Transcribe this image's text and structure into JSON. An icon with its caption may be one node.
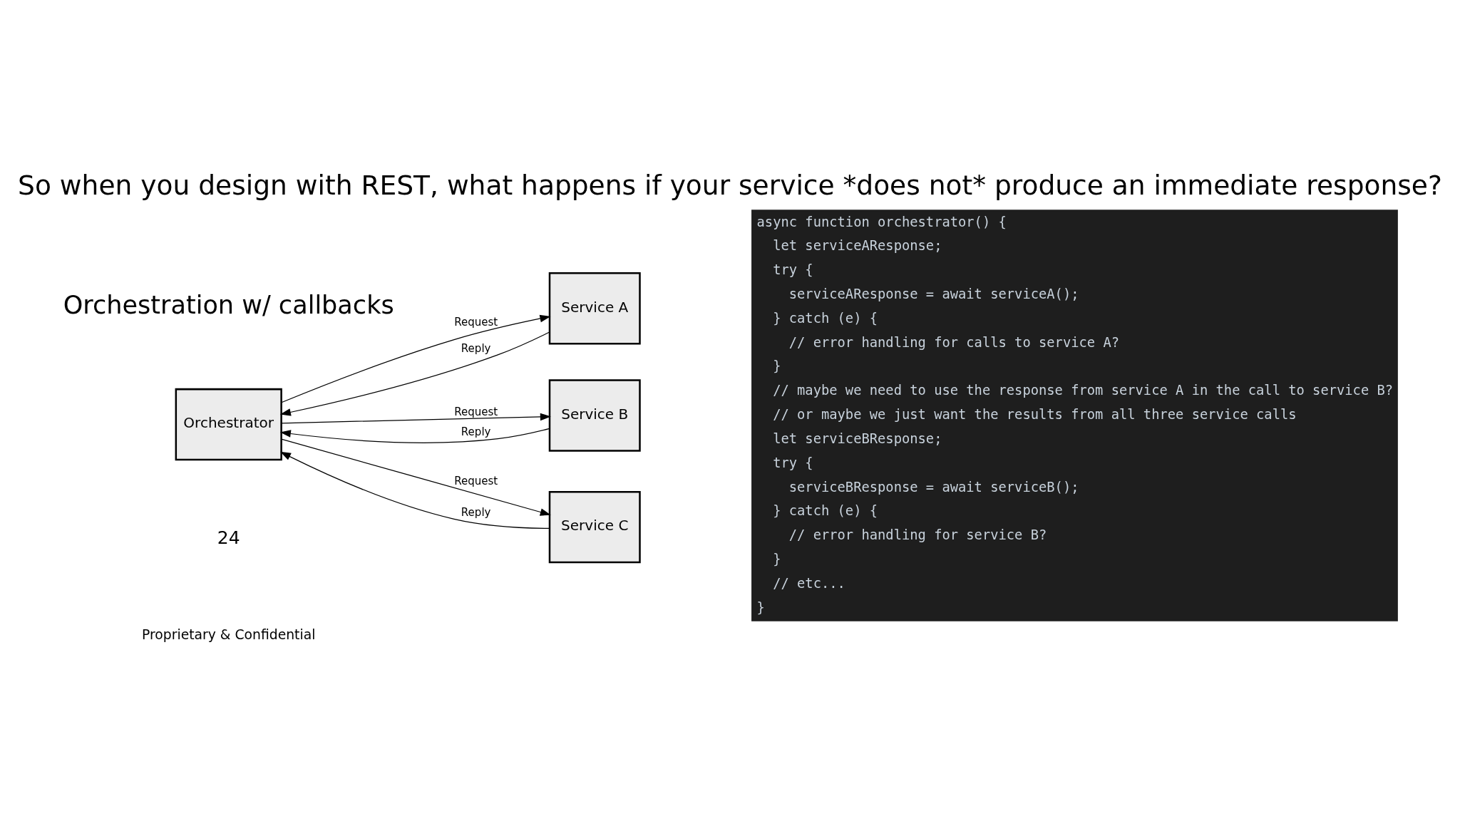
{
  "diagram": {
    "title": "So when you design with REST, what happens if your service *does not* produce an immediate response?",
    "nodes": [
      {
        "text": [
          "Orchestrator"
        ]
      },
      {
        "text": [
          "Service A"
        ]
      },
      {
        "text": [
          "Service B"
        ]
      },
      {
        "text": [
          "Service C"
        ]
      }
    ],
    "edges": [
      {
        "from": 0,
        "to": 1,
        "arrow": "to",
        "label": "Request"
      },
      {
        "from": 1,
        "to": 0,
        "arrow": "to",
        "label": "Reply"
      },
      {
        "from": 0,
        "to": 2,
        "arrow": "to",
        "label": "Request"
      },
      {
        "from": 2,
        "to": 0,
        "arrow": "to",
        "label": "Reply"
      },
      {
        "from": 0,
        "to": 3,
        "arrow": "to",
        "label": "Request"
      },
      {
        "from": 3,
        "to": 0,
        "arrow": "to",
        "label": "Reply"
      }
    ],
    "labels": [
      "Orchestration w/ callbacks",
      "async function orchestrator() {",
      "  let serviceAResponse;",
      "  try {",
      "    serviceAResponse = await serviceA();",
      "  } catch (e) {",
      "    // error handling for calls to service A?",
      "  }",
      "  // maybe we need to use the response from service A in the call to service B?",
      "  // or maybe we just want the results from all three service calls",
      "  let serviceBResponse;",
      "  try {",
      "    serviceBResponse = await serviceB();",
      "  } catch (e) {",
      "    // error handling for service B?",
      "  }",
      "  // etc...",
      "}",
      "24",
      "Proprietary & Confidential"
    ]
  }
}
